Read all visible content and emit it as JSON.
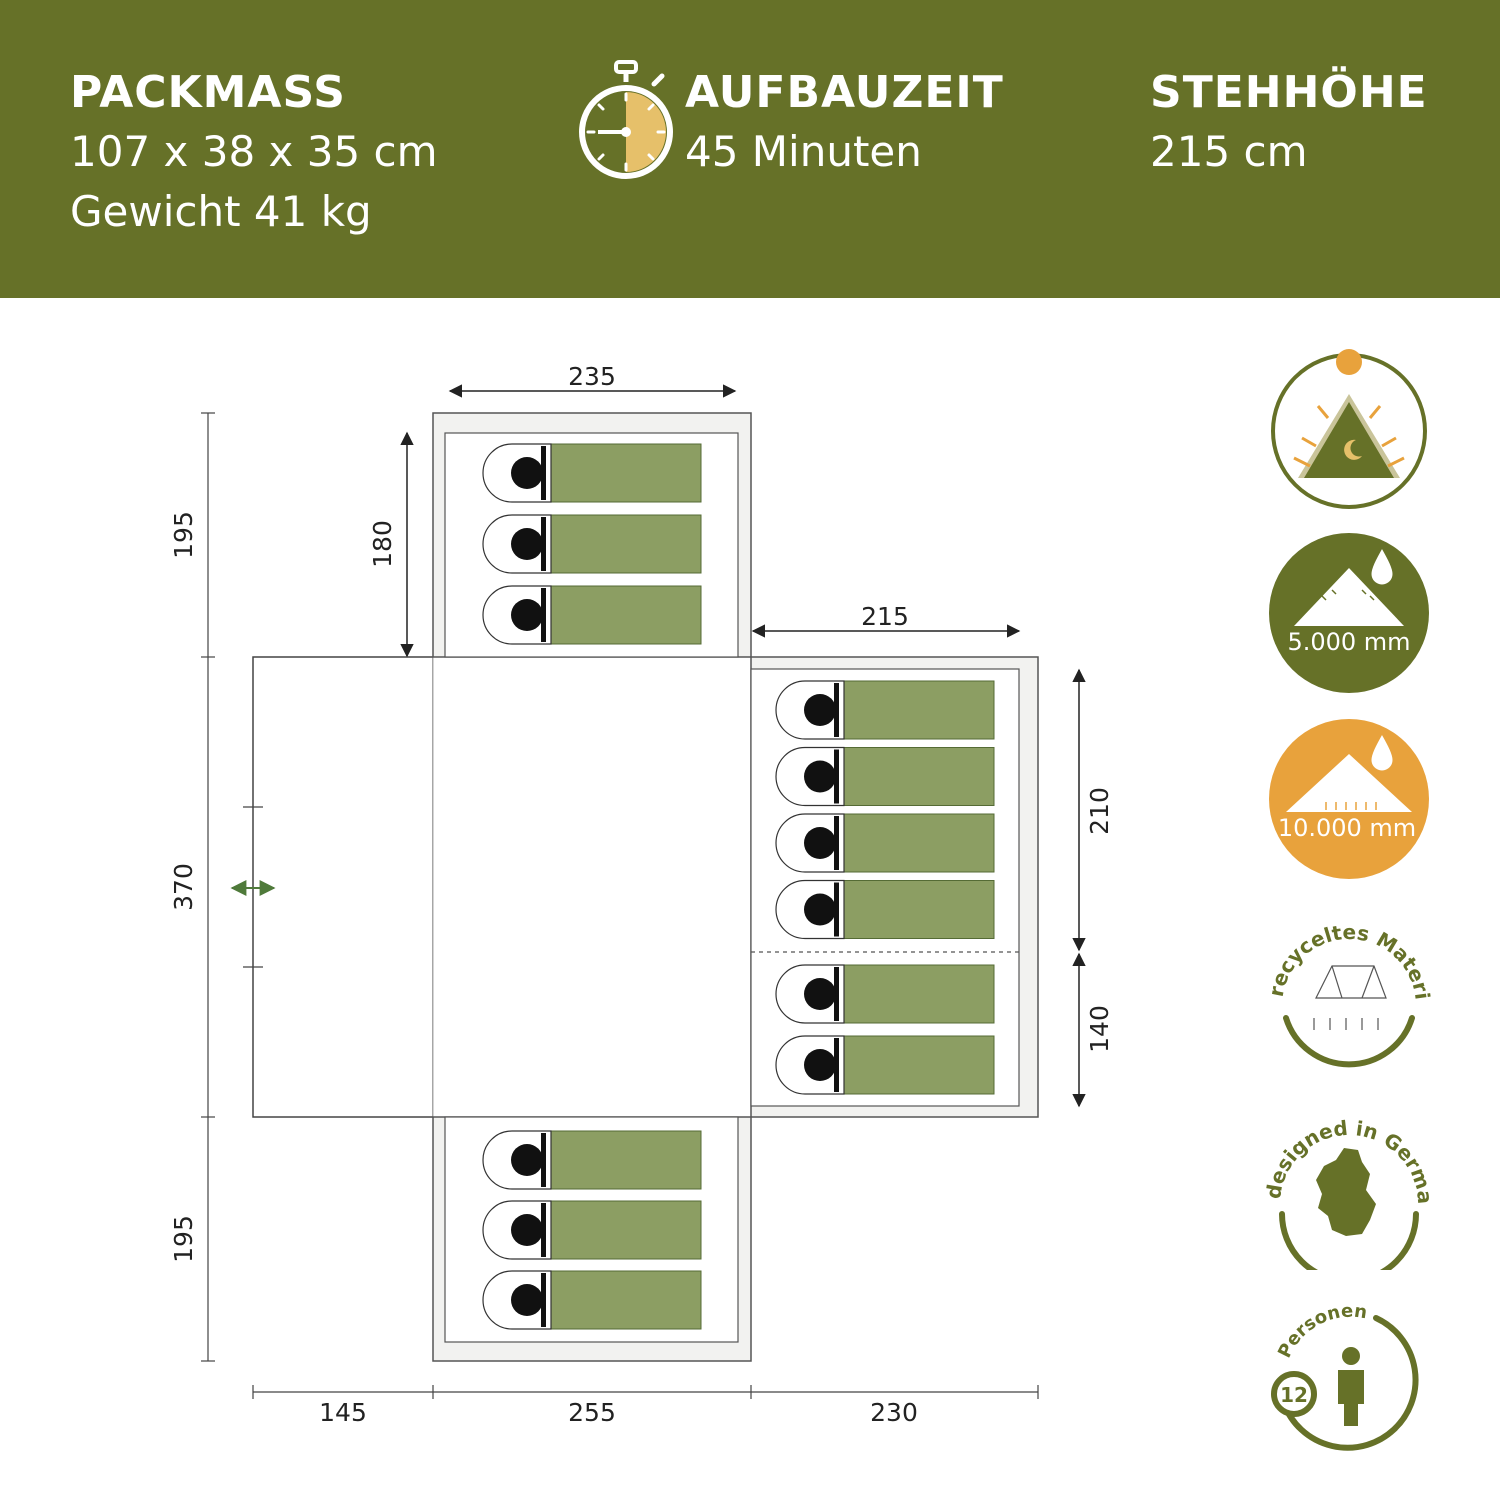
{
  "header": {
    "background": "#667128",
    "pack": {
      "title": "PACKMASS",
      "line1": "107 x 38 x 35 cm",
      "line2": "Gewicht 41 kg"
    },
    "setup": {
      "title": "AUFBAUZEIT",
      "value": "45 Minuten",
      "icon": "stopwatch-icon"
    },
    "height": {
      "title": "STEHHÖHE",
      "value": "215 cm"
    }
  },
  "floorplan": {
    "dims": {
      "top_cabin_width": "235",
      "right_cabin_width": "215",
      "left_top": "195",
      "left_middle": "370",
      "left_bottom": "195",
      "top_cabin_depth": "180",
      "right_upper": "210",
      "right_lower": "140",
      "bottom_left": "145",
      "bottom_middle": "255",
      "bottom_right": "230"
    },
    "sleeping_places": {
      "top_cabin": 3,
      "right_cabin_upper": 4,
      "right_cabin_lower": 2,
      "bottom_cabin": 3
    },
    "colors": {
      "mat": "#8c9e63",
      "outline": "#333333"
    }
  },
  "badges": [
    {
      "name": "sun-uv-protection-icon",
      "colors": [
        "#667128",
        "#e8a23c"
      ]
    },
    {
      "name": "waterproof-5000-icon",
      "label": "5.000 mm",
      "color": "#667128"
    },
    {
      "name": "waterproof-10000-icon",
      "label": "10.000 mm",
      "color": "#e8a23c"
    },
    {
      "name": "recycled-material-icon",
      "label": "recyceltes Material"
    },
    {
      "name": "designed-in-germany-icon",
      "label": "designed in Germany"
    },
    {
      "name": "persons-icon",
      "label": "Personen",
      "count": "12"
    }
  ]
}
